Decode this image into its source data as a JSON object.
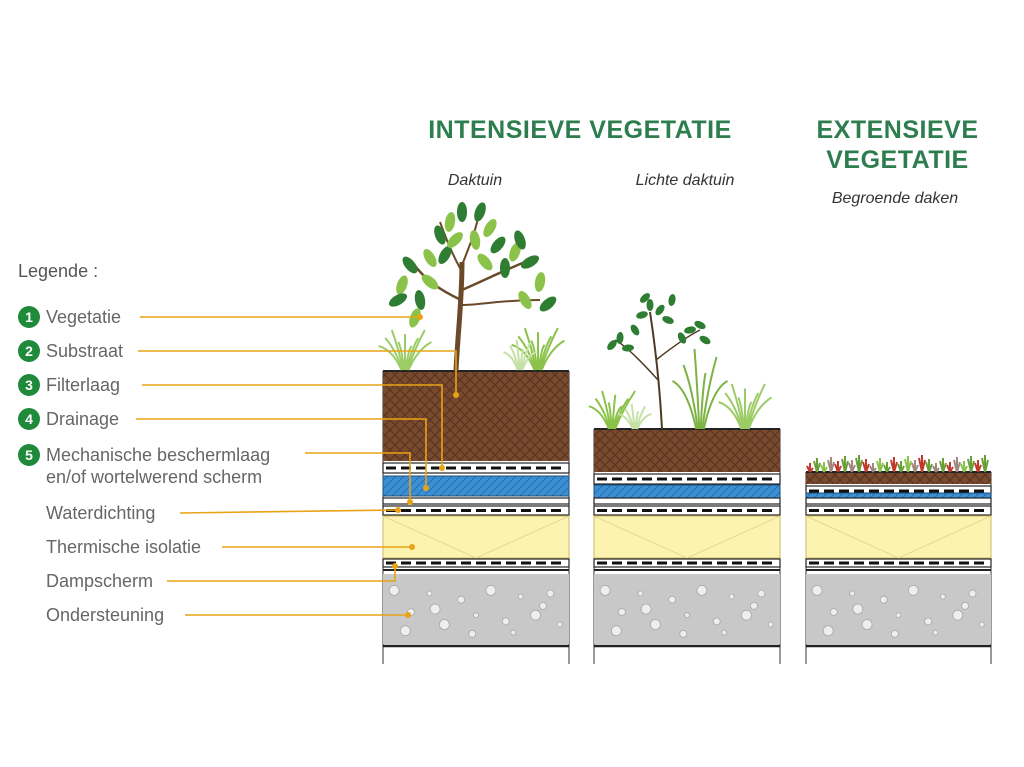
{
  "headings": {
    "intensive": "INTENSIEVE VEGETATIE",
    "extensive_line1": "EXTENSIEVE",
    "extensive_line2": "VEGETATIE"
  },
  "columns": [
    {
      "subtitle": "Daktuin"
    },
    {
      "subtitle": "Lichte daktuin"
    },
    {
      "subtitle": "Begroende daken"
    }
  ],
  "legend": {
    "title": "Legende :",
    "items": [
      {
        "number": "1",
        "label": "Vegetatie"
      },
      {
        "number": "2",
        "label": "Substraat"
      },
      {
        "number": "3",
        "label": "Filterlaag"
      },
      {
        "number": "4",
        "label": "Drainage"
      },
      {
        "number": "5",
        "label": "Mechanische beschermlaag",
        "label2": "en/of wortelwerend scherm"
      },
      {
        "number": "",
        "label": "Waterdichting"
      },
      {
        "number": "",
        "label": "Thermische isolatie"
      },
      {
        "number": "",
        "label": "Dampscherm"
      },
      {
        "number": "",
        "label": "Ondersteuning"
      }
    ]
  },
  "colors": {
    "heading": "#2e7d4f",
    "badge": "#1f8a3a",
    "leader": "#e8a317",
    "substrate": "#7a4a2e",
    "drainage": "#3b8fd4",
    "insulation": "#fdf3b0",
    "support": "#c8c8c8",
    "leaf_dark": "#2e7d32",
    "leaf_light": "#8bc34a"
  }
}
